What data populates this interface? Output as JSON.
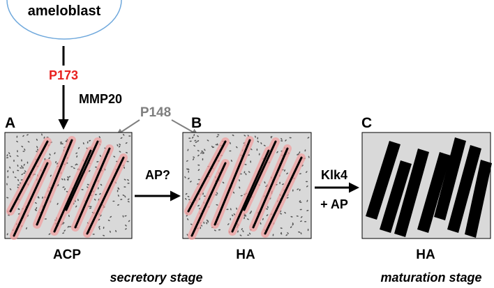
{
  "cell": {
    "label": "ameloblast"
  },
  "protein_full": {
    "label": "P173",
    "color": "#e8211f"
  },
  "enzyme_cleavage": {
    "label": "MMP20"
  },
  "protein_cleaved": {
    "label": "P148",
    "color": "#7f7f7f"
  },
  "panels": [
    {
      "letter": "A",
      "caption": "ACP"
    },
    {
      "letter": "B",
      "caption": "HA"
    },
    {
      "letter": "C",
      "caption": "HA"
    }
  ],
  "transitions": [
    {
      "label": "AP?"
    },
    {
      "label_line1": "Klk4",
      "label_line2": "+ AP"
    }
  ],
  "stages": [
    {
      "label": "secretory stage"
    },
    {
      "label": "maturation stage"
    }
  ],
  "colors": {
    "panel_fill": "#d9d9d9",
    "crystal": "#000000",
    "crystal_glow": "#f4a3a3",
    "speckle": "#555555",
    "cell_outline": "#6fa8dc"
  }
}
